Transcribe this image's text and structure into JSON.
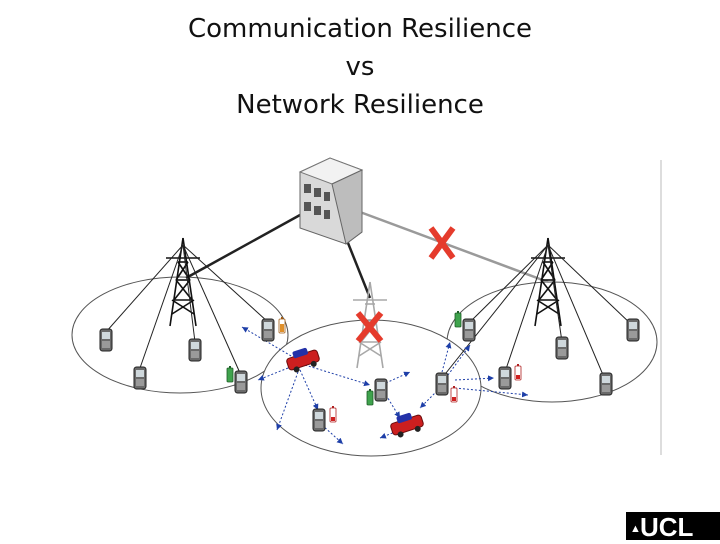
{
  "slide": {
    "title_line1": "Communication Resilience",
    "title_line2": "vs",
    "title_line3": "Network Resilience"
  },
  "logo": {
    "text": "UCL",
    "mark": "▲"
  },
  "colors": {
    "failure_x": "#e53b2c",
    "link_dark": "#222222",
    "link_gray": "#9a9a9a",
    "cell_outline": "#555555",
    "arrow_blue": "#1e3fa8",
    "car_red": "#cc1f1f",
    "car_blue": "#2431a8"
  }
}
